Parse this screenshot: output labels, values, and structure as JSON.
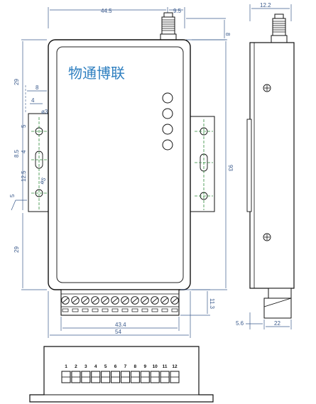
{
  "brand": {
    "text": "物通博联",
    "color": "#2e7fc0"
  },
  "dimensions": {
    "top_width": "44.5",
    "top_antenna_offset": "9.5",
    "top_antenna_height": "8",
    "side_width_top": "12.2",
    "left_upper": "29",
    "left_lower": "29",
    "ear_8": "8",
    "ear_4": "4",
    "hole_phi3": "ø3",
    "ear_5": "5",
    "ear_8_5": "8.5",
    "ear_4b": "4",
    "ear_12_5": "12.5",
    "ear_phi5": "ø5",
    "ear_5b": "5",
    "total_height": "93",
    "terminal_height": "11.3",
    "bottom_width_inner": "43.4",
    "bottom_width_outer": "54",
    "side_bottom_left": "5.6",
    "side_bottom_width": "22"
  },
  "terminal_pins": [
    "1",
    "2",
    "3",
    "4",
    "5",
    "6",
    "7",
    "8",
    "9",
    "10",
    "11",
    "12"
  ],
  "colors": {
    "dimension": "#3a5a8c",
    "outline": "#111111",
    "mount": "#2f8a3a"
  }
}
